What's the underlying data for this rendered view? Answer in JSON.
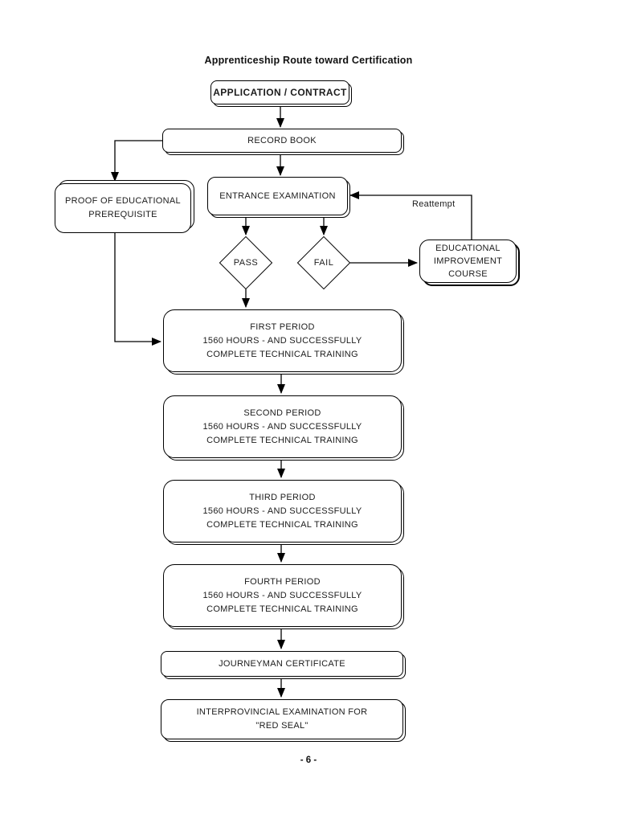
{
  "title": "Apprenticeship Route toward Certification",
  "footer": "- 6 -",
  "nodes": {
    "application_contract": {
      "label": "APPLICATION / CONTRACT"
    },
    "record_book": {
      "label": "RECORD BOOK"
    },
    "proof_of_educational_prerequisite": {
      "lines": [
        "PROOF OF EDUCATIONAL",
        "PREREQUISITE"
      ]
    },
    "entrance_examination": {
      "label": "ENTRANCE EXAMINATION"
    },
    "pass": {
      "label": "PASS"
    },
    "fail": {
      "label": "FAIL"
    },
    "educational_improvement_course": {
      "lines": [
        "EDUCATIONAL",
        "IMPROVEMENT",
        "COURSE"
      ]
    },
    "first_period": {
      "lines": [
        "FIRST PERIOD",
        "1560 HOURS - AND SUCCESSFULLY",
        "COMPLETE TECHNICAL TRAINING"
      ]
    },
    "second_period": {
      "lines": [
        "SECOND PERIOD",
        "1560 HOURS - AND SUCCESSFULLY",
        "COMPLETE TECHNICAL TRAINING"
      ]
    },
    "third_period": {
      "lines": [
        "THIRD PERIOD",
        "1560 HOURS - AND SUCCESSFULLY",
        "COMPLETE TECHNICAL TRAINING"
      ]
    },
    "fourth_period": {
      "lines": [
        "FOURTH PERIOD",
        "1560 HOURS - AND SUCCESSFULLY",
        "COMPLETE TECHNICAL TRAINING"
      ]
    },
    "journeyman_certificate": {
      "label": "JOURNEYMAN CERTIFICATE"
    },
    "interprovincial_examination": {
      "lines": [
        "INTERPROVINCIAL EXAMINATION FOR",
        "\"RED SEAL\""
      ]
    }
  },
  "labels": {
    "reattempt": "Reattempt"
  },
  "colors": {
    "line": "#000000",
    "background": "#ffffff"
  }
}
